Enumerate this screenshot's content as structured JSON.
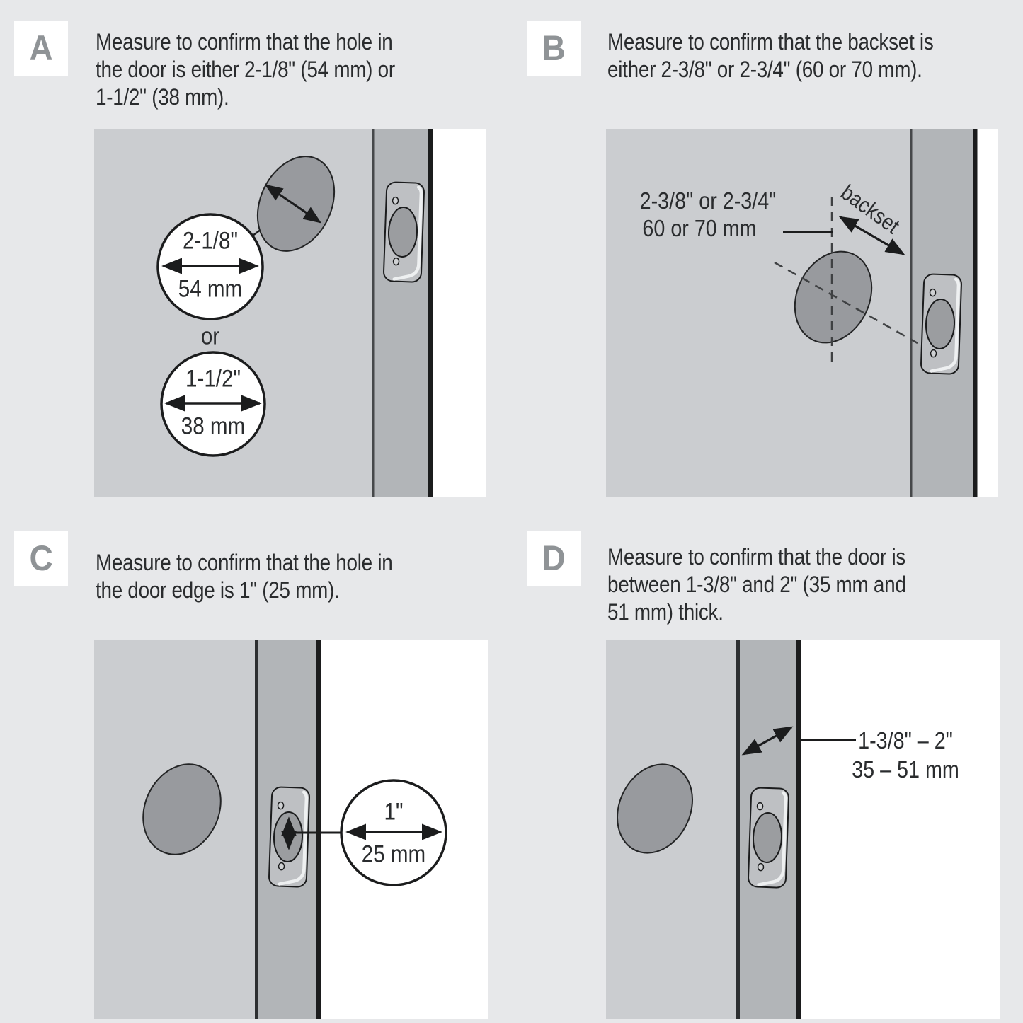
{
  "colors": {
    "page_bg": "#e7e8ea",
    "door_face": "#cbcdd0",
    "door_edge": "#b2b5b8",
    "hole_fill": "#989a9e",
    "line_black": "#1b1c1d",
    "text": "#2a2c2e",
    "badge_letter": "#8f9396",
    "white": "#ffffff"
  },
  "panels": [
    {
      "letter": "A",
      "header_lines": [
        "Measure to confirm that the hole in",
        "the door is either 2-1/8\" (54 mm) or",
        "1-1/2\" (38 mm)."
      ],
      "labels": {
        "hole1_in": "2-1/8\"",
        "hole1_mm": "54 mm",
        "or": "or",
        "hole2_in": "1-1/2\"",
        "hole2_mm": "38 mm"
      }
    },
    {
      "letter": "B",
      "header_lines": [
        "Measure to confirm that the backset is",
        "either 2-3/8\" or 2-3/4\" (60 or 70 mm)."
      ],
      "labels": {
        "size_in": "2-3/8\" or 2-3/4\"",
        "size_mm": "60 or 70 mm",
        "backset": "backset"
      }
    },
    {
      "letter": "C",
      "header_lines": [
        "Measure to confirm that the hole in",
        "the door edge is 1\" (25 mm)."
      ],
      "labels": {
        "hole_in": "1\"",
        "hole_mm": "25 mm"
      }
    },
    {
      "letter": "D",
      "header_lines": [
        "Measure to confirm that the door is",
        "between 1-3/8\" and 2\" (35 mm and",
        "51 mm) thick."
      ],
      "labels": {
        "size_in": "1-3/8\" – 2\"",
        "size_mm": "35 – 51 mm"
      }
    }
  ]
}
